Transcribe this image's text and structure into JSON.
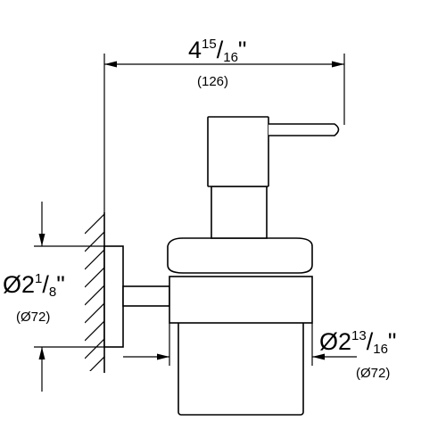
{
  "drawing": {
    "width_dim": {
      "whole": "4",
      "num": "15",
      "den": "16",
      "unit": "\"",
      "metric": "(126)"
    },
    "rosette_dim": {
      "prefix": "Ø2",
      "num": "1",
      "den": "8",
      "unit": "\"",
      "metric": "(Ø72)"
    },
    "glass_dim": {
      "prefix": "Ø2",
      "num": "13",
      "den": "16",
      "unit": "\"",
      "metric": "(Ø72)"
    }
  }
}
